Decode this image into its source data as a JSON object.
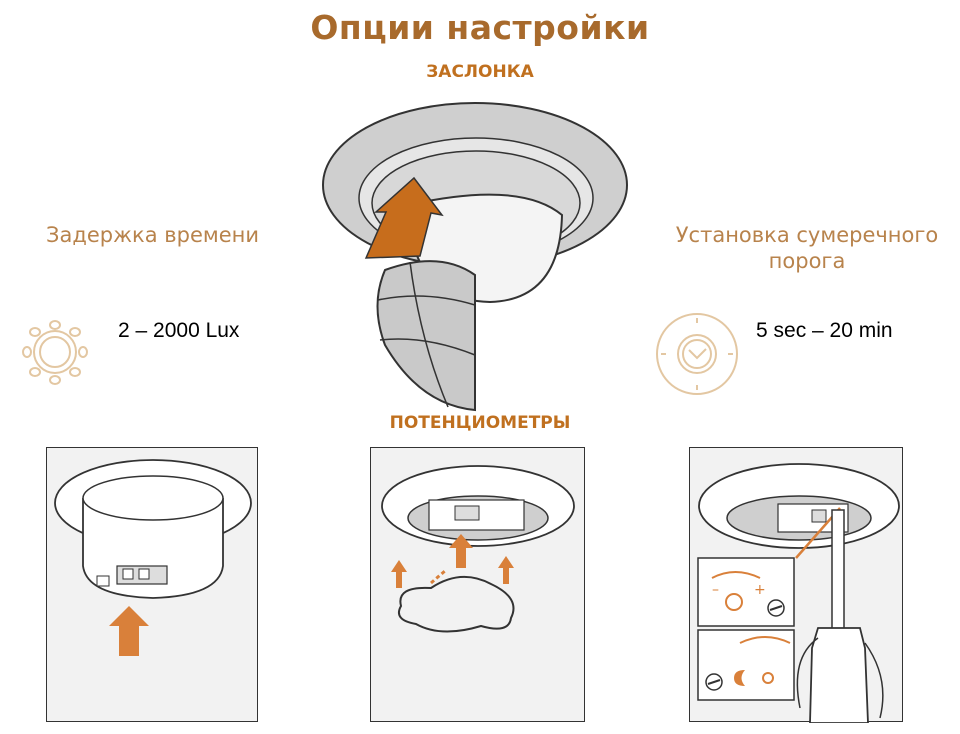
{
  "title": "Опции настройки",
  "shutter": {
    "label": "ЗАСЛОНКА"
  },
  "potentiometers": {
    "label": "ПОТЕНЦИОМЕТРЫ"
  },
  "time_delay": {
    "title": "Задержка времени",
    "range": "2 – 2000 Lux",
    "icon": "sun-icon"
  },
  "dusk_threshold": {
    "title": "Установка сумеречного порога",
    "range": "5 sec – 20 min",
    "icon": "clock-icon"
  },
  "colors": {
    "accent": "#c0701f",
    "title": "#a86a2c",
    "icon": "#e3c7a2",
    "panel_bg": "#f2f2f2"
  }
}
